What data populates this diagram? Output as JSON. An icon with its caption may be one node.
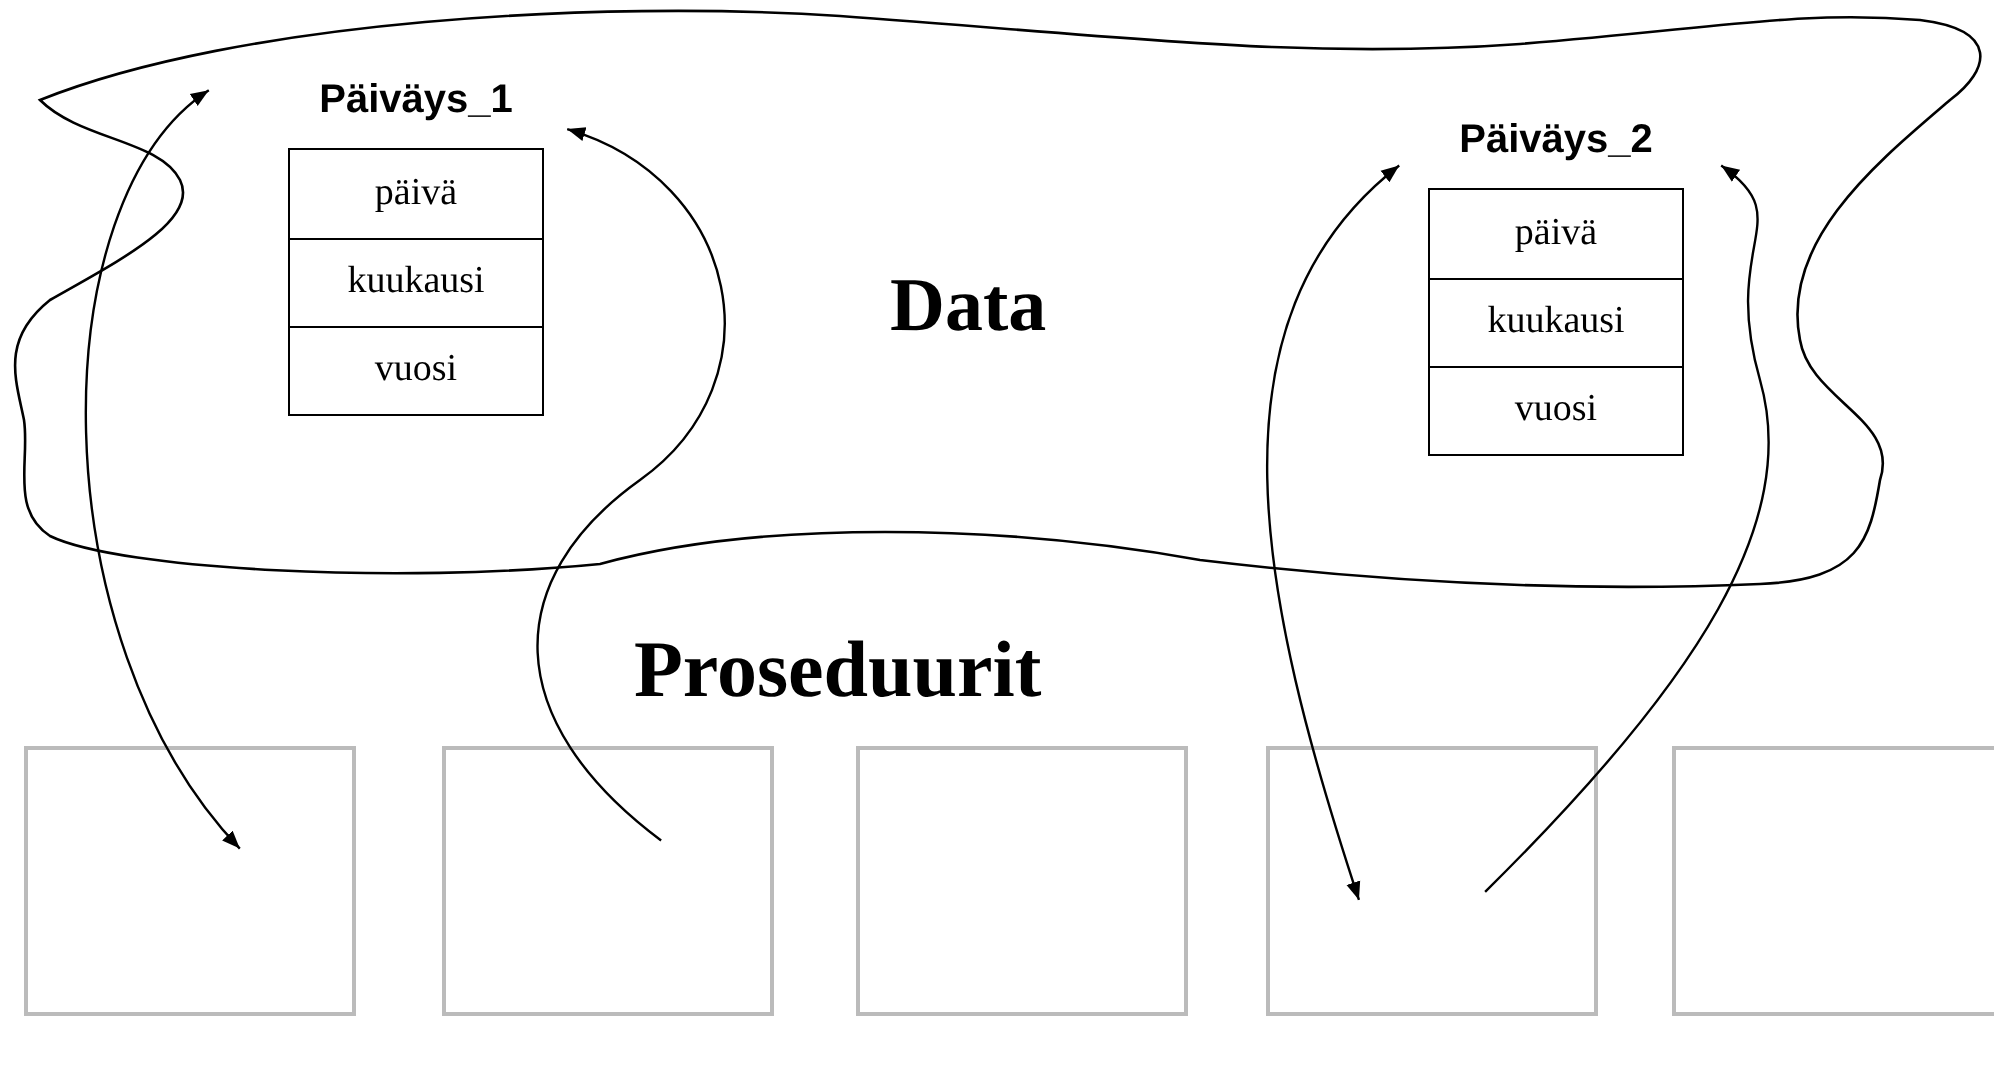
{
  "diagram": {
    "nodes": [
      {
        "text": [
          "Data"
        ]
      },
      {
        "text": [
          "Päiväys_1",
          "päivä",
          "kuukausi",
          "vuosi"
        ],
        "in": 0
      },
      {
        "text": [
          "Päiväys_2",
          "päivä",
          "kuukausi",
          "vuosi"
        ],
        "in": 0
      },
      {
        "text": [],
        "shape": "box"
      },
      {
        "text": [],
        "shape": "box"
      },
      {
        "text": [],
        "shape": "box"
      },
      {
        "text": [],
        "shape": "box"
      },
      {
        "text": [],
        "shape": "box"
      }
    ],
    "edges": [
      {
        "from": 1,
        "to": 3,
        "arrow": "both"
      },
      {
        "from": 4,
        "to": 1,
        "arrow": "to"
      },
      {
        "from": 2,
        "to": 6,
        "arrow": "both"
      },
      {
        "from": 6,
        "to": 2,
        "arrow": "to"
      }
    ],
    "labels": [
      "Proseduurit"
    ]
  }
}
